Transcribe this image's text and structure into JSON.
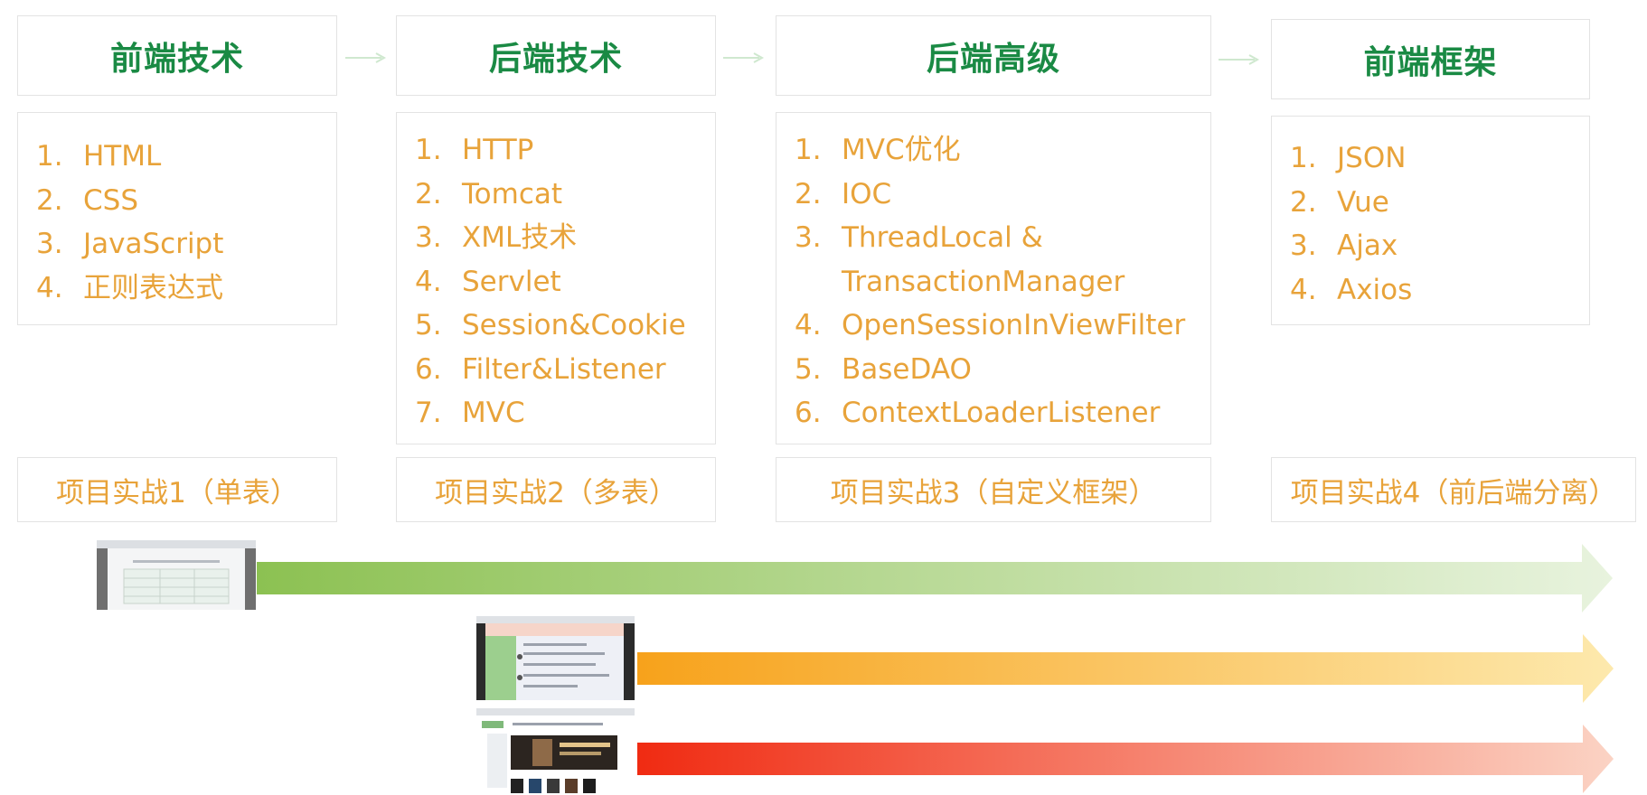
{
  "columns": [
    {
      "title": "前端技术",
      "items": [
        {
          "n": "1.",
          "label": "HTML"
        },
        {
          "n": "2.",
          "label": "CSS"
        },
        {
          "n": "3.",
          "label": "JavaScript"
        },
        {
          "n": "4.",
          "label": "正则表达式"
        }
      ],
      "project": "项目实战1（单表）"
    },
    {
      "title": "后端技术",
      "items": [
        {
          "n": "1.",
          "label": "HTTP"
        },
        {
          "n": "2.",
          "label": "Tomcat"
        },
        {
          "n": "3.",
          "label": "XML技术"
        },
        {
          "n": "4.",
          "label": "Servlet"
        },
        {
          "n": "5.",
          "label": "Session&Cookie"
        },
        {
          "n": "6.",
          "label": "Filter&Listener"
        },
        {
          "n": "7.",
          "label": "MVC"
        }
      ],
      "project": "项目实战2（多表）"
    },
    {
      "title": "后端高级",
      "items": [
        {
          "n": "1.",
          "label": "MVC优化"
        },
        {
          "n": "2.",
          "label": "IOC"
        },
        {
          "n": "3.",
          "label": "ThreadLocal &"
        },
        {
          "n": "",
          "label": "TransactionManager"
        },
        {
          "n": "4.",
          "label": "OpenSessionInViewFilter"
        },
        {
          "n": "5.",
          "label": "BaseDAO"
        },
        {
          "n": "6.",
          "label": "ContextLoaderListener"
        }
      ],
      "project": "项目实战3（自定义框架）"
    },
    {
      "title": "前端框架",
      "items": [
        {
          "n": "1.",
          "label": "JSON"
        },
        {
          "n": "2.",
          "label": "Vue"
        },
        {
          "n": "3.",
          "label": "Ajax"
        },
        {
          "n": "4.",
          "label": "Axios"
        }
      ],
      "project": "项目实战4（前后端分离）"
    }
  ],
  "colors": {
    "title": "#1a8a44",
    "text": "#e8a33a",
    "arrow_green": "#8cc152",
    "arrow_orange": "#f7a21b",
    "arrow_red": "#f02b12"
  }
}
